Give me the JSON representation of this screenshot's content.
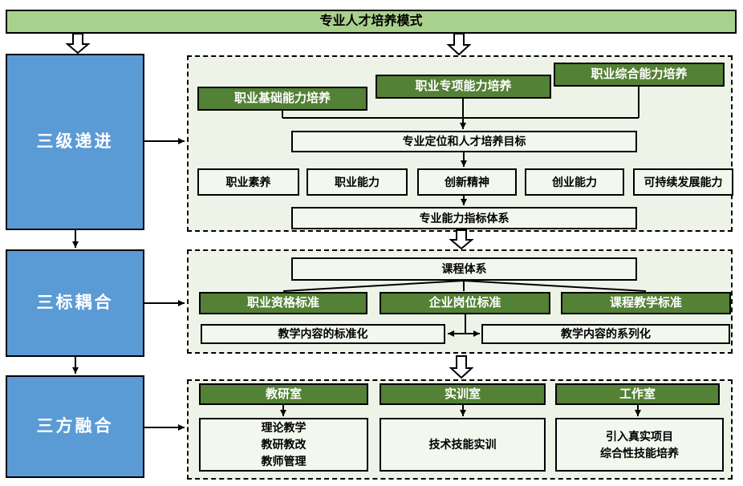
{
  "title": "专业人才培养模式",
  "stages": [
    {
      "label": "三级递进"
    },
    {
      "label": "三标耦合"
    },
    {
      "label": "三方融合"
    }
  ],
  "panel1": {
    "green_boxes": [
      "职业基础能力培养",
      "职业专项能力培养",
      "职业综合能力培养"
    ],
    "target_box": "专业定位和人才培养目标",
    "ability_boxes": [
      "职业素养",
      "职业能力",
      "创新精神",
      "创业能力",
      "可持续发展能力"
    ],
    "index_box": "专业能力指标体系"
  },
  "panel2": {
    "top_box": "课程体系",
    "green_boxes": [
      "职业资格标准",
      "企业岗位标准",
      "课程教学标准"
    ],
    "bottom_boxes": [
      "教学内容的标准化",
      "教学内容的系列化"
    ]
  },
  "panel3": {
    "green_boxes": [
      "教研室",
      "实训室",
      "工作室"
    ],
    "detail_boxes": [
      {
        "lines": [
          "理论教学",
          "教研教改",
          "教师管理"
        ]
      },
      {
        "lines": [
          "技术技能实训"
        ]
      },
      {
        "lines": [
          "引入真实项目",
          "综合性技能培养"
        ]
      }
    ]
  },
  "icons": {
    "block_arrow_down": "hollow block arrow pointing down",
    "solid_arrow": "thin black arrow connector"
  },
  "colors": {
    "banner-green": "#a9d18e",
    "dark-green": "#538135",
    "blue": "#5b9bd5",
    "panel-bg": "#eef3e8",
    "light-box": "#f3f8ee"
  }
}
